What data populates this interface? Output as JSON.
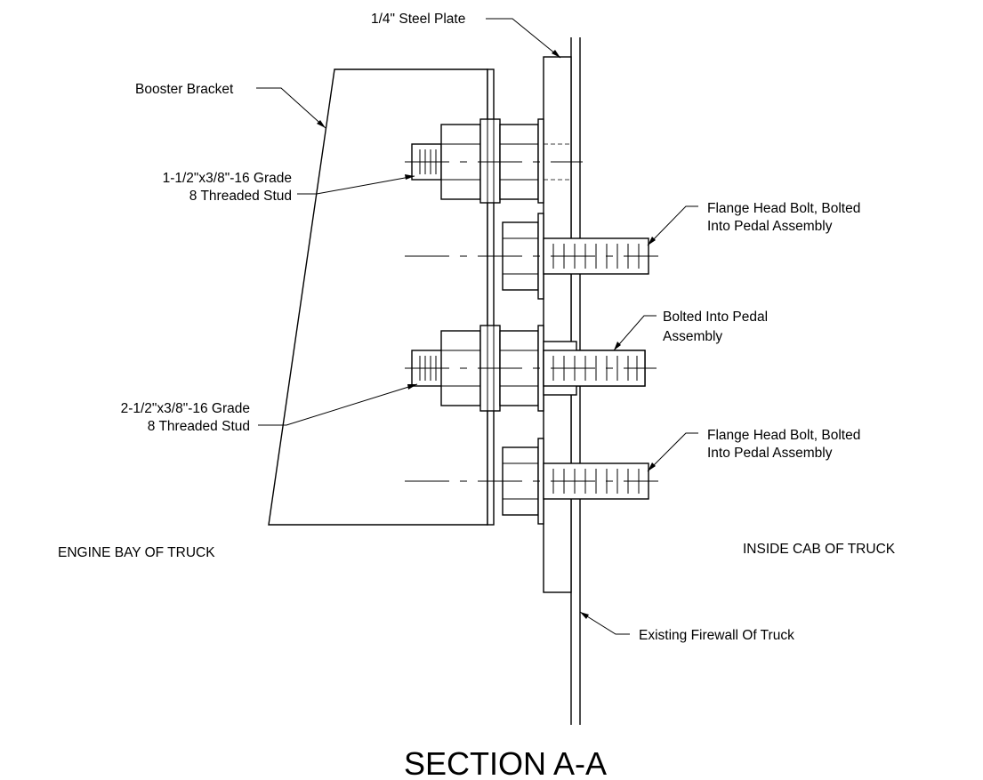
{
  "title": "SECTION A-A",
  "labels": {
    "steel_plate": "1/4\" Steel Plate",
    "booster_bracket": "Booster Bracket",
    "stud_short": [
      "1-1/2\"x3/8\"-16 Grade",
      "8 Threaded Stud"
    ],
    "stud_long": [
      "2-1/2\"x3/8\"-16 Grade",
      "8 Threaded Stud"
    ],
    "flange_bolt_upper": [
      "Flange Head Bolt, Bolted",
      "Into Pedal Assembly"
    ],
    "bolted_into_pedal": [
      "Bolted Into Pedal",
      "Assembly"
    ],
    "flange_bolt_lower": [
      "Flange Head Bolt, Bolted",
      "Into Pedal Assembly"
    ],
    "engine_bay": "ENGINE BAY OF TRUCK",
    "inside_cab": "INSIDE CAB OF TRUCK",
    "firewall": "Existing Firewall Of Truck"
  }
}
